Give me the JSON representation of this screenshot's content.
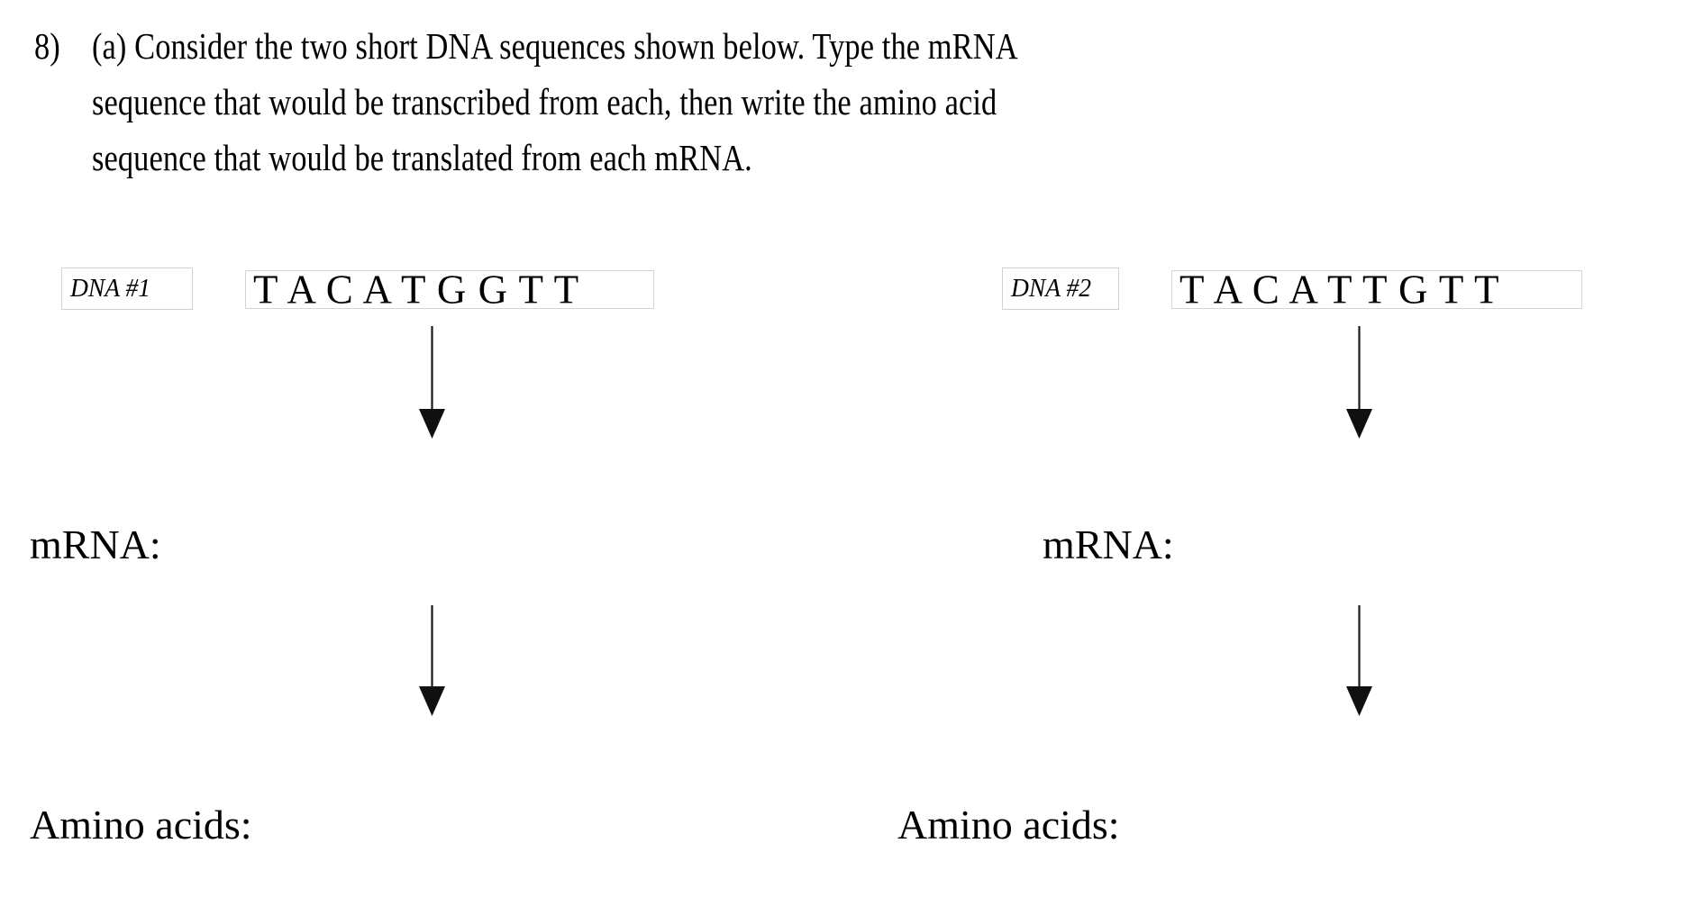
{
  "document": {
    "type": "worksheet-question",
    "background_color": "#ffffff",
    "text_color": "#000000"
  },
  "question": {
    "number": "8)",
    "lines": [
      "(a) Consider the two short DNA sequences shown below.  Type the mRNA",
      "sequence that would be transcribed from each, then write the amino acid",
      "sequence that would be translated from each mRNA."
    ]
  },
  "columns": [
    {
      "id": "column-1",
      "dna_label": "DNA #1",
      "dna_sequence": "T A C A T G G T T",
      "transcription_arrow": "down-arrow",
      "mrna_label": "mRNA:",
      "mrna_value": "",
      "translation_arrow": "down-arrow",
      "amino_acids_label": "Amino acids:",
      "amino_acids_value": ""
    },
    {
      "id": "column-2",
      "dna_label": "DNA #2",
      "dna_sequence": "T A C A T T G T T",
      "transcription_arrow": "down-arrow",
      "mrna_label": "mRNA:",
      "mrna_value": "",
      "translation_arrow": "down-arrow",
      "amino_acids_label": "Amino acids:",
      "amino_acids_value": ""
    }
  ],
  "styles": {
    "box_border_color": "#d2d2d2",
    "arrow_color": "#151515"
  }
}
